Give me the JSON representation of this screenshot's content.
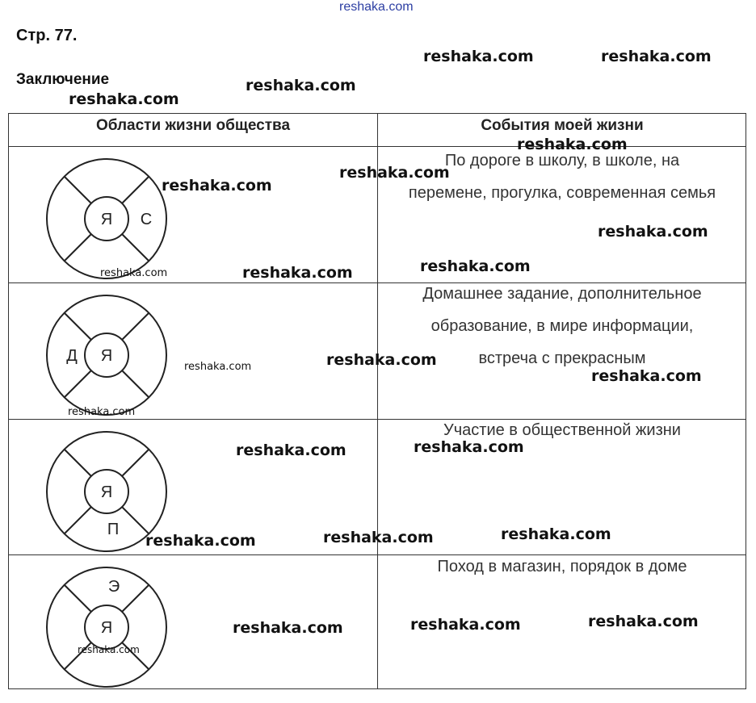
{
  "top_watermark": "reshaka.com",
  "page_heading": "Стр. 77.",
  "section_heading": "Заключение",
  "watermark_text": "reshaka.com",
  "table": {
    "headers": [
      "Области жизни общества",
      "События моей жизни"
    ],
    "rows": [
      {
        "wheel": {
          "center": "Я",
          "sector_letter": "С",
          "sector": "right"
        },
        "events": [
          "По дороге в школу, в школе, на",
          "перемене, прогулка, современная семья"
        ]
      },
      {
        "wheel": {
          "center": "Я",
          "sector_letter": "Д",
          "sector": "left"
        },
        "events": [
          "Домашнее задание, дополнительное",
          "образование, в мире информации,",
          "встреча с прекрасным"
        ]
      },
      {
        "wheel": {
          "center": "Я",
          "sector_letter": "П",
          "sector": "bottom"
        },
        "events": [
          "Участие в общественной жизни"
        ]
      },
      {
        "wheel": {
          "center": "Я",
          "sector_letter": "Э",
          "sector": "top"
        },
        "events": [
          "Поход в магазин, порядок в доме"
        ]
      }
    ]
  }
}
